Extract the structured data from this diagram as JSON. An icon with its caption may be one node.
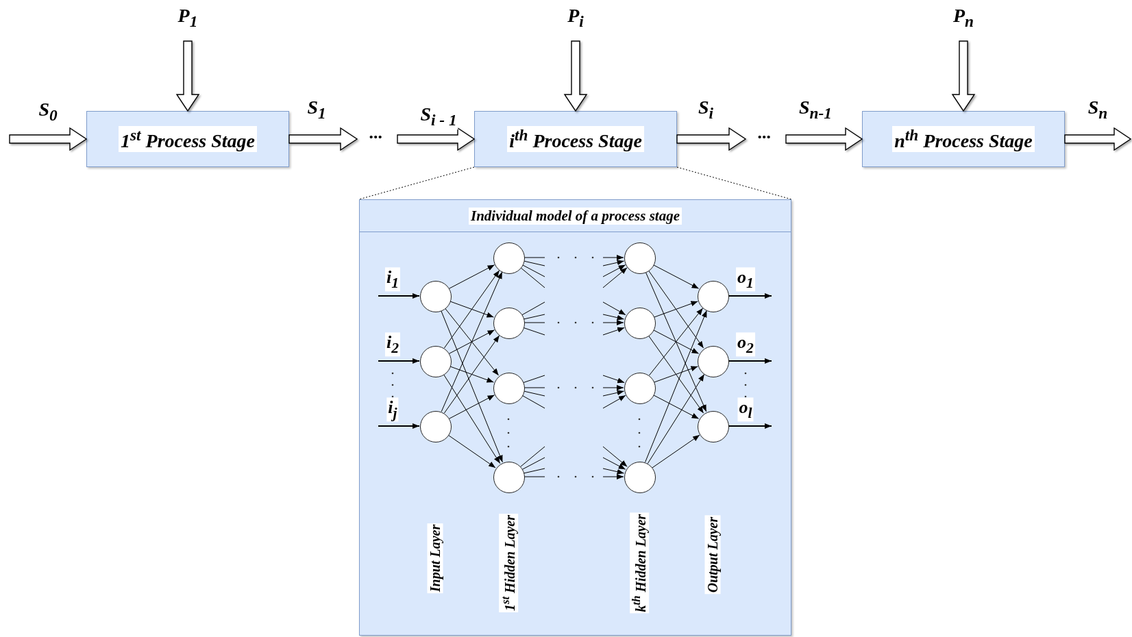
{
  "diagram": {
    "nodes": [
      {
        "text": [
          "1$^{st}$ Process Stage"
        ]
      },
      {
        "text": [
          "i$^{th}$ Process Stage"
        ]
      },
      {
        "text": [
          "n$^{th}$ Process Stage"
        ]
      },
      {
        "text": [
          "Individual model of a process stage"
        ]
      },
      {
        "text": [],
        "shape": "circle",
        "in": 3
      },
      {
        "text": [],
        "shape": "circle",
        "in": 3
      },
      {
        "text": [],
        "shape": "circle",
        "in": 3
      },
      {
        "text": [],
        "shape": "circle",
        "in": 3
      },
      {
        "text": [],
        "shape": "circle",
        "in": 3
      },
      {
        "text": [],
        "shape": "circle",
        "in": 3
      },
      {
        "text": [],
        "shape": "circle",
        "in": 3
      },
      {
        "text": [],
        "shape": "circle",
        "in": 3
      },
      {
        "text": [],
        "shape": "circle",
        "in": 3
      },
      {
        "text": [],
        "shape": "circle",
        "in": 3
      },
      {
        "text": [],
        "shape": "circle",
        "in": 3
      },
      {
        "text": [],
        "shape": "circle",
        "in": 3
      },
      {
        "text": [],
        "shape": "circle",
        "in": 3
      },
      {
        "text": [],
        "shape": "circle",
        "in": 3
      }
    ],
    "edges": [
      {
        "from": null,
        "to": 0,
        "arrow": "to",
        "label": "S$_{0}$",
        "style": "thick"
      },
      {
        "from": 0,
        "to": null,
        "arrow": "to",
        "label": "S$_{1}$",
        "style": "thick"
      },
      {
        "from": null,
        "to": 1,
        "arrow": "to",
        "label": "S$_{i - 1}$",
        "style": "thick"
      },
      {
        "from": 1,
        "to": null,
        "arrow": "to",
        "label": "S$_{i}$",
        "style": "thick"
      },
      {
        "from": null,
        "to": 2,
        "arrow": "to",
        "label": "S$_{n-1}$",
        "style": "thick"
      },
      {
        "from": 2,
        "to": null,
        "arrow": "to",
        "label": "S$_{n}$",
        "style": "thick"
      },
      {
        "from": null,
        "to": 0,
        "arrow": "to",
        "label": "P$_{1}$",
        "style": "thick"
      },
      {
        "from": null,
        "to": 1,
        "arrow": "to",
        "label": "P$_{i}$",
        "style": "thick"
      },
      {
        "from": null,
        "to": 2,
        "arrow": "to",
        "label": "P$_{n}$",
        "style": "thick"
      },
      {
        "from": 1,
        "to": 3,
        "arrow": "none",
        "style": "dashed"
      },
      {
        "from": 1,
        "to": 3,
        "arrow": "none",
        "style": "dashed"
      },
      {
        "from": null,
        "to": 4,
        "arrow": "to",
        "label": "i$_{1}$"
      },
      {
        "from": null,
        "to": 5,
        "arrow": "to",
        "label": "i$_{2}$"
      },
      {
        "from": null,
        "to": 6,
        "arrow": "to",
        "label": "i$_{j}$"
      },
      {
        "from": 15,
        "to": null,
        "arrow": "to",
        "label": "o$_{1}$"
      },
      {
        "from": 16,
        "to": null,
        "arrow": "to",
        "label": "o$_{2}$"
      },
      {
        "from": 17,
        "to": null,
        "arrow": "to",
        "label": "o$_{l}$"
      },
      {
        "from": 4,
        "to": 7,
        "arrow": "to"
      },
      {
        "from": 4,
        "to": 8,
        "arrow": "to"
      },
      {
        "from": 4,
        "to": 9,
        "arrow": "to"
      },
      {
        "from": 4,
        "to": 10,
        "arrow": "to"
      },
      {
        "from": 5,
        "to": 7,
        "arrow": "to"
      },
      {
        "from": 5,
        "to": 8,
        "arrow": "to"
      },
      {
        "from": 5,
        "to": 9,
        "arrow": "to"
      },
      {
        "from": 5,
        "to": 10,
        "arrow": "to"
      },
      {
        "from": 6,
        "to": 7,
        "arrow": "to"
      },
      {
        "from": 6,
        "to": 8,
        "arrow": "to"
      },
      {
        "from": 6,
        "to": 9,
        "arrow": "to"
      },
      {
        "from": 6,
        "to": 10,
        "arrow": "to"
      },
      {
        "from": 7,
        "to": null,
        "arrow": "none"
      },
      {
        "from": 7,
        "to": null,
        "arrow": "none"
      },
      {
        "from": 7,
        "to": null,
        "arrow": "none"
      },
      {
        "from": 7,
        "to": null,
        "arrow": "none"
      },
      {
        "from": 8,
        "to": null,
        "arrow": "none"
      },
      {
        "from": 8,
        "to": null,
        "arrow": "none"
      },
      {
        "from": 8,
        "to": null,
        "arrow": "none"
      },
      {
        "from": 8,
        "to": null,
        "arrow": "none"
      },
      {
        "from": 9,
        "to": null,
        "arrow": "none"
      },
      {
        "from": 9,
        "to": null,
        "arrow": "none"
      },
      {
        "from": 9,
        "to": null,
        "arrow": "none"
      },
      {
        "from": 9,
        "to": null,
        "arrow": "none"
      },
      {
        "from": 10,
        "to": null,
        "arrow": "none"
      },
      {
        "from": 10,
        "to": null,
        "arrow": "none"
      },
      {
        "from": 10,
        "to": null,
        "arrow": "none"
      },
      {
        "from": 10,
        "to": null,
        "arrow": "none"
      },
      {
        "from": null,
        "to": 11,
        "arrow": "to"
      },
      {
        "from": null,
        "to": 11,
        "arrow": "to"
      },
      {
        "from": null,
        "to": 11,
        "arrow": "to"
      },
      {
        "from": null,
        "to": 11,
        "arrow": "to"
      },
      {
        "from": null,
        "to": 12,
        "arrow": "to"
      },
      {
        "from": null,
        "to": 12,
        "arrow": "to"
      },
      {
        "from": null,
        "to": 12,
        "arrow": "to"
      },
      {
        "from": null,
        "to": 12,
        "arrow": "to"
      },
      {
        "from": null,
        "to": 13,
        "arrow": "to"
      },
      {
        "from": null,
        "to": 13,
        "arrow": "to"
      },
      {
        "from": null,
        "to": 13,
        "arrow": "to"
      },
      {
        "from": null,
        "to": 13,
        "arrow": "to"
      },
      {
        "from": null,
        "to": 14,
        "arrow": "to"
      },
      {
        "from": null,
        "to": 14,
        "arrow": "to"
      },
      {
        "from": null,
        "to": 14,
        "arrow": "to"
      },
      {
        "from": null,
        "to": 14,
        "arrow": "to"
      },
      {
        "from": 11,
        "to": 15,
        "arrow": "to"
      },
      {
        "from": 11,
        "to": 16,
        "arrow": "to"
      },
      {
        "from": 11,
        "to": 17,
        "arrow": "to"
      },
      {
        "from": 12,
        "to": 15,
        "arrow": "to"
      },
      {
        "from": 12,
        "to": 16,
        "arrow": "to"
      },
      {
        "from": 12,
        "to": 17,
        "arrow": "to"
      },
      {
        "from": 13,
        "to": 15,
        "arrow": "to"
      },
      {
        "from": 13,
        "to": 16,
        "arrow": "to"
      },
      {
        "from": 13,
        "to": 17,
        "arrow": "to"
      },
      {
        "from": 14,
        "to": 15,
        "arrow": "to"
      },
      {
        "from": 14,
        "to": 16,
        "arrow": "to"
      },
      {
        "from": 14,
        "to": 17,
        "arrow": "to"
      }
    ],
    "labels": [
      "···",
      "···",
      "Input Layer",
      "1$^{st}$ Hidden Layer",
      "k$^{th}$ Hidden Layer",
      "Output Layer"
    ]
  }
}
